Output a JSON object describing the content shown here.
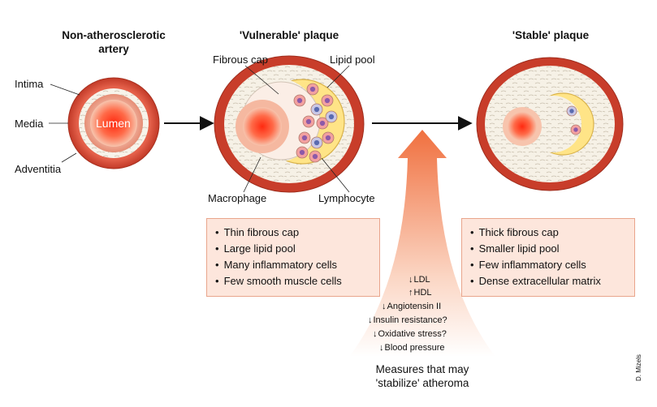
{
  "titles": {
    "normal": "Non-atherosclerotic\nartery",
    "vulnerable": "'Vulnerable' plaque",
    "stable": "'Stable' plaque"
  },
  "labels": {
    "intima": "Intima",
    "media": "Media",
    "adventitia": "Adventitia",
    "lumen": "Lumen",
    "fibrous_cap": "Fibrous cap",
    "lipid_pool": "Lipid pool",
    "macrophage": "Macrophage",
    "lymphocyte": "Lymphocyte"
  },
  "vulnerable_features": [
    "Thin fibrous cap",
    "Large lipid pool",
    "Many inflammatory cells",
    "Few smooth muscle cells"
  ],
  "stable_features": [
    "Thick fibrous cap",
    "Smaller lipid pool",
    "Few inflammatory cells",
    "Dense extracellular matrix"
  ],
  "measures": [
    {
      "arrow": "↓",
      "label": "LDL"
    },
    {
      "arrow": "↑",
      "label": "HDL"
    },
    {
      "arrow": "↓",
      "label": "Angiotensin II"
    },
    {
      "arrow": "↓",
      "label": "Insulin resistance?"
    },
    {
      "arrow": "↓",
      "label": "Oxidative stress?"
    },
    {
      "arrow": "↓",
      "label": "Blood pressure"
    }
  ],
  "measures_caption": "Measures that may\n'stabilize' atheroma",
  "credit": "D. Mizels",
  "colors": {
    "adventitia": "#cf4631",
    "media": "#f6f2ea",
    "lumen_center": "#ff3a1e",
    "lumen_edge": "#f6c0a8",
    "lipid": "#ffe487",
    "box_fill": "#fde6dc",
    "box_border": "#e9a58c"
  }
}
